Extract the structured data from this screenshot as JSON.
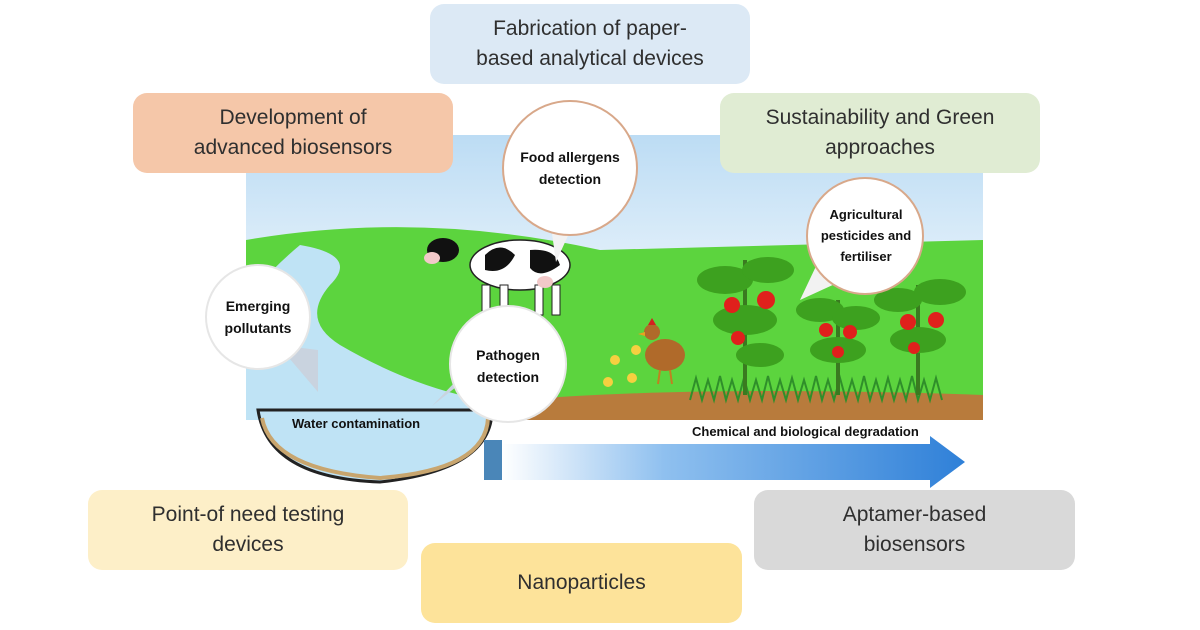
{
  "themes": {
    "fabrication": {
      "label": "Fabrication of paper-\nbased analytical devices",
      "color": "#dce9f5"
    },
    "biosensors": {
      "label": "Development of\nadvanced biosensors",
      "color": "#f5c7a9"
    },
    "sustainability": {
      "label": "Sustainability and Green\napproaches",
      "color": "#e0ecd3"
    },
    "point_of_need": {
      "label": "Point-of need testing\ndevices",
      "color": "#fdefc8"
    },
    "nanoparticles": {
      "label": "Nanoparticles",
      "color": "#fde39a"
    },
    "aptamer": {
      "label": "Aptamer-based\nbiosensors",
      "color": "#d9d9d9"
    }
  },
  "scene": {
    "bubbles": {
      "food_allergens": "Food allergens\ndetection",
      "agricultural": "Agricultural\npesticides and\nfertiliser",
      "emerging_pollutants": "Emerging\npollutants",
      "pathogen": "Pathogen\ndetection"
    },
    "water_label": "Water contamination",
    "degradation_label": "Chemical and biological degradation",
    "colors": {
      "sky": "#d6e9f8",
      "grass": "#5cd43e",
      "river": "#bfe3f5",
      "soil": "#b87b3c",
      "arrow": "#2f80d8",
      "tomato": "#e0201c"
    }
  }
}
